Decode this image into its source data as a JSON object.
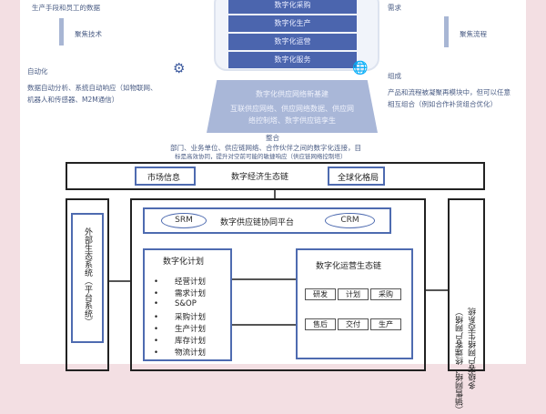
{
  "top": {
    "stack": [
      "数字化采购",
      "数字化生产",
      "数字化运营",
      "数字化服务"
    ],
    "left_top": "生产手段和员工的数据",
    "left_arrow_label": "聚焦技术",
    "left_title": "自动化",
    "left_lines": [
      "数据自动分析、系统自动响应（如物联网、",
      "机器人和传感器、M2M通信）"
    ],
    "right_top": "需求",
    "right_arrow_label": "聚焦流程",
    "right_title": "组成",
    "right_lines": [
      "产品和流程被凝聚再模块中，但可以任意",
      "相互组合（例如合作补货组合优化）"
    ],
    "base_title": "数字化供应网络新基建",
    "base_lines": [
      "互联供应网络、供应网络数据、供应网",
      "络控制塔、数字供应链孪生"
    ],
    "integrate_title": "整合",
    "integrate_lines": [
      "部门、业务单位、供应链网络、合作伙伴之间的数字化连接，目",
      "标是高效协同，提升对空前可能的敏捷响应（供应链网络控制塔）"
    ],
    "icons": [
      "gears-icon",
      "globe-icon"
    ]
  },
  "diagram": {
    "eco_chain": "数字经济生态链",
    "market_info": "市场信息",
    "global": "全球化格局",
    "external_system": "外部生态系统（平台系统）",
    "platform": "数字供应链协同平台",
    "srm": "SRM",
    "crm": "CRM",
    "plan_title": "数字化计划",
    "plan_items": [
      "经营计划",
      "需求计划",
      "S&OP",
      "采购计划",
      "生产计划",
      "库存计划",
      "物流计划"
    ],
    "ops_title": "数字化运营生态链",
    "ops_row1": [
      "研发",
      "计划",
      "采购"
    ],
    "ops_row2": [
      "售后",
      "交付",
      "生产"
    ],
    "right_system": [
      "多级客户网络生态系统",
      "（销售网络，终端客户网络）"
    ]
  },
  "colors": {
    "stack": "#4b65ae",
    "border_pink": "#f3dfe3",
    "box_blue": "#4e6bb0"
  }
}
